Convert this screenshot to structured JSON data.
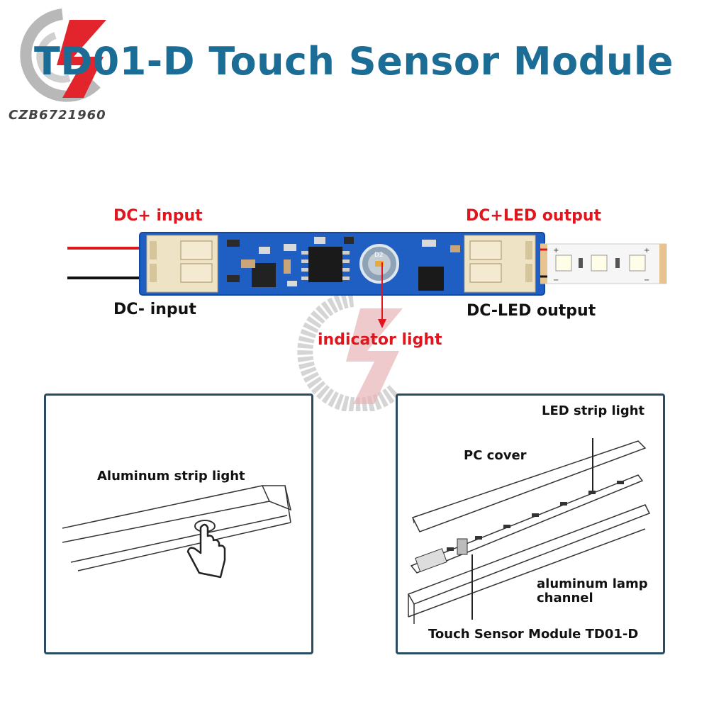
{
  "title": "TD01-D Touch Sensor Module",
  "brand": "CZB6721960",
  "labels": {
    "dc_plus_input": "DC+ input",
    "dc_minus_input": "DC- input",
    "dc_plus_led_output": "DC+LED output",
    "dc_minus_led_output": "DC-LED output",
    "indicator_light": "indicator light",
    "board_marking": "D2"
  },
  "left_panel": {
    "label": "Aluminum strip light"
  },
  "right_panel": {
    "led_strip": "LED strip light",
    "pc_cover": "PC cover",
    "channel_line1": "aluminum lamp",
    "channel_line2": "channel",
    "module": "Touch Sensor Module TD01-D"
  },
  "colors": {
    "title": "#1b6d96",
    "label_red": "#e0161e",
    "board": "#1f5fc4",
    "panel_border": "#2a4c63"
  },
  "icons": [
    "logo-emblem-icon",
    "touch-hand-icon",
    "arrow-down-icon"
  ]
}
